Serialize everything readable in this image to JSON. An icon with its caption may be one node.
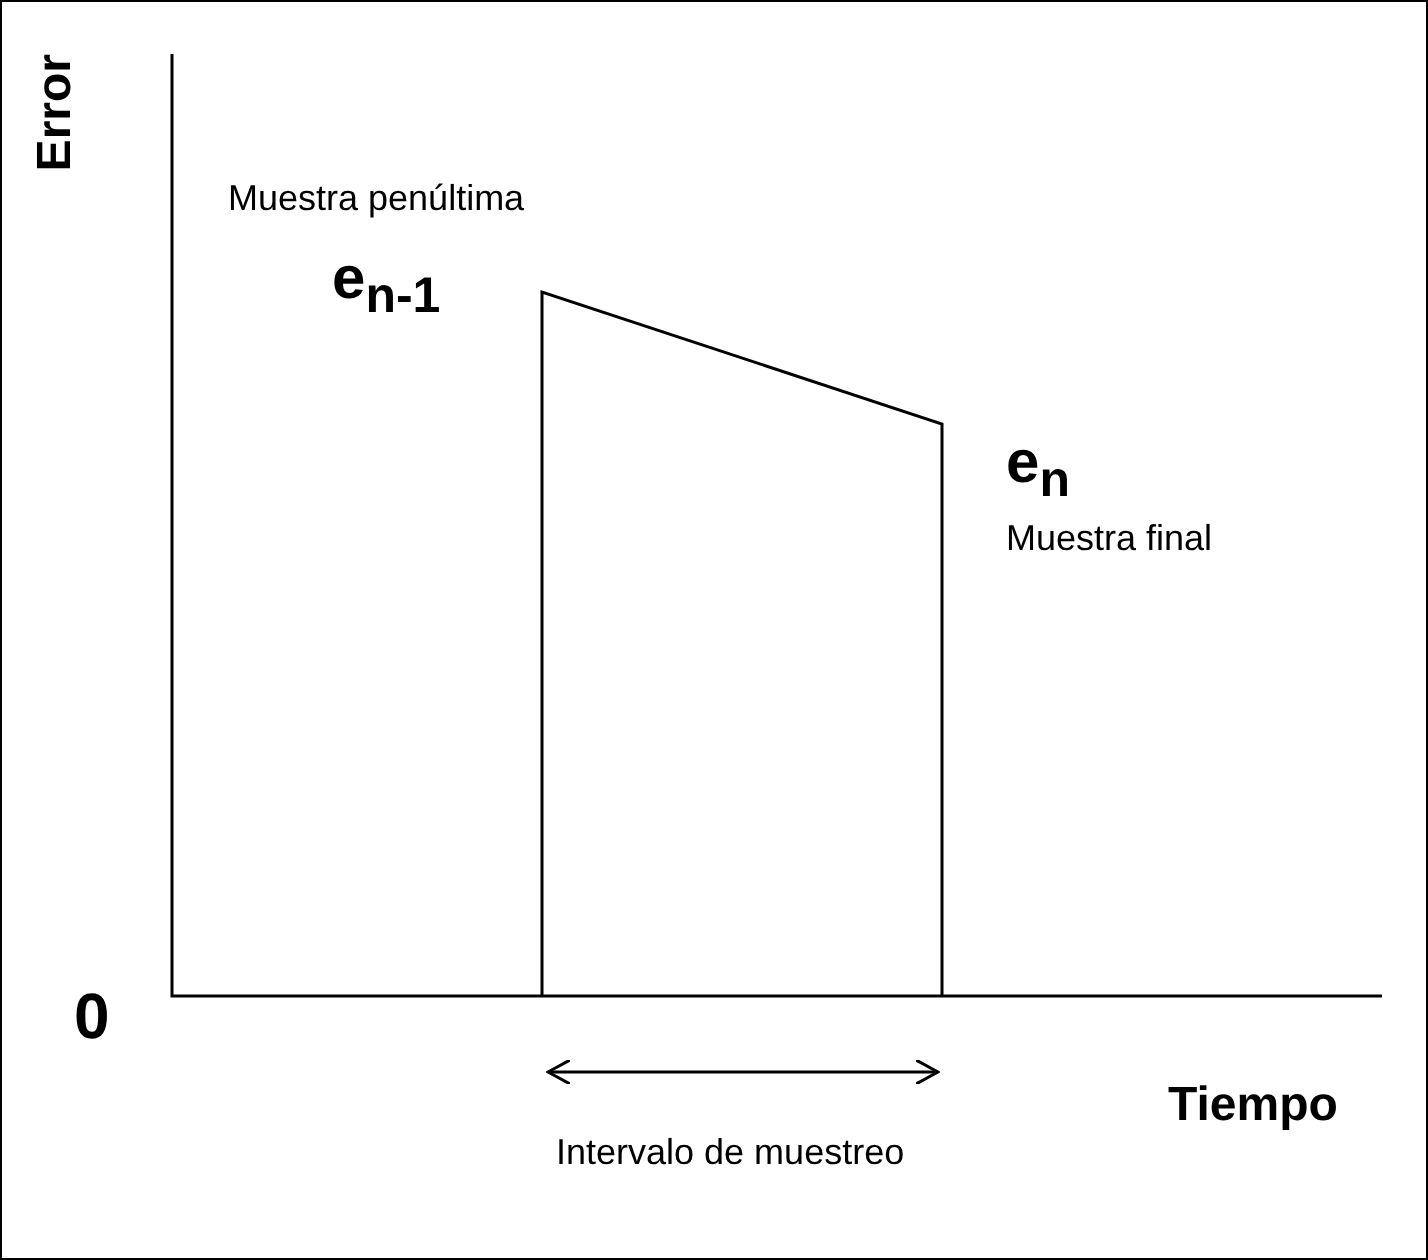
{
  "diagram": {
    "labels": [
      "Error",
      "Muestra penúltima",
      "e$_{n-1}$",
      "e$_{n}$",
      "Muestra final",
      "0",
      "Tiempo",
      "Intervalo de muestreo"
    ]
  }
}
